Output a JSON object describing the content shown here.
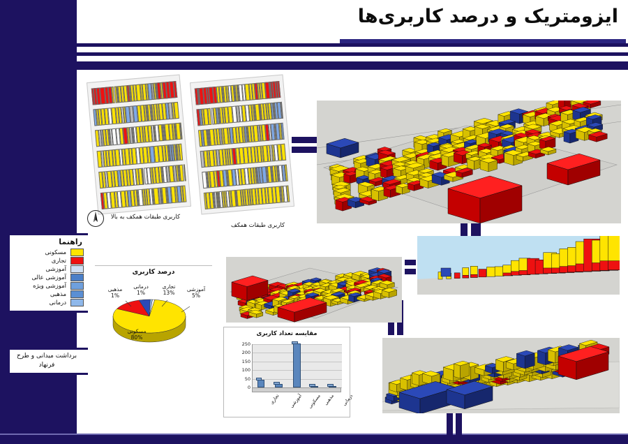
{
  "header": {
    "title": "ایزومتریک و درصد کاربری‌ها"
  },
  "colors": {
    "frame_navy": "#1d1260",
    "residential": "#ffe400",
    "commercial": "#ee1111",
    "educational": "#7ea9e8",
    "higher_education": "#4a7fc8",
    "special_education": "#6fa0dd",
    "religious": "#5b8fd4",
    "medical": "#8fb8ea",
    "ground": "#d4d4d0",
    "sky": "#bfe0f2",
    "bar_fill": "#5a86bd"
  },
  "legend": {
    "title": "راهنما",
    "items": [
      {
        "label": "مسکونی",
        "color": "#ffe400",
        "icon": "swatch-residential"
      },
      {
        "label": "تجاری",
        "color": "#ee1111",
        "icon": "swatch-commercial"
      },
      {
        "label": "آموزشی",
        "color": "#cfe0f5",
        "icon": "swatch-educational"
      },
      {
        "label": "آموزشی عالی",
        "color": "#4a7fc8",
        "icon": "swatch-higher-education"
      },
      {
        "label": "آموزشی ویژه",
        "color": "#6fa0dd",
        "icon": "swatch-special-education"
      },
      {
        "label": "مذهبی",
        "color": "#5b8fd4",
        "icon": "swatch-religious"
      },
      {
        "label": "درمانی",
        "color": "#8fb8ea",
        "icon": "swatch-medical"
      }
    ]
  },
  "credits": {
    "line1": "برداشت میدانی و طرح",
    "line2": "فرنهاد"
  },
  "plans": {
    "upper": {
      "caption": "کاربری طبقات همکف به بالا"
    },
    "lower": {
      "caption": "کاربری طبقات همکف"
    }
  },
  "chart_data": [
    {
      "type": "pie",
      "title": "درصد کاربری",
      "categories": [
        "مسکونی",
        "تجاری",
        "آموزشی",
        "درمانی",
        "مذهبی"
      ],
      "values": [
        80,
        13,
        5,
        1,
        1
      ],
      "labels": [
        "مسکونی\n80%",
        "تجاری\n13%",
        "آموزشی\n5%",
        "درمانی\n1%",
        "مذهبی\n1%"
      ],
      "value_suffix": "%",
      "slice_colors": [
        "#ffe400",
        "#ee1111",
        "#2b49b8",
        "#8fb8ea",
        "#ffffff"
      ],
      "legend": "none"
    },
    {
      "type": "bar",
      "title": "مقایسه تعداد کاربری",
      "categories": [
        "تجاری",
        "آموزشی",
        "مسکونی",
        "مذهبی",
        "درمانی"
      ],
      "values": [
        45,
        20,
        255,
        3,
        3
      ],
      "xlabel": "",
      "ylabel": "",
      "ylim": [
        0,
        250
      ],
      "yticks": [
        0,
        50,
        100,
        150,
        200,
        250
      ],
      "grid": true,
      "legend": "none"
    }
  ]
}
